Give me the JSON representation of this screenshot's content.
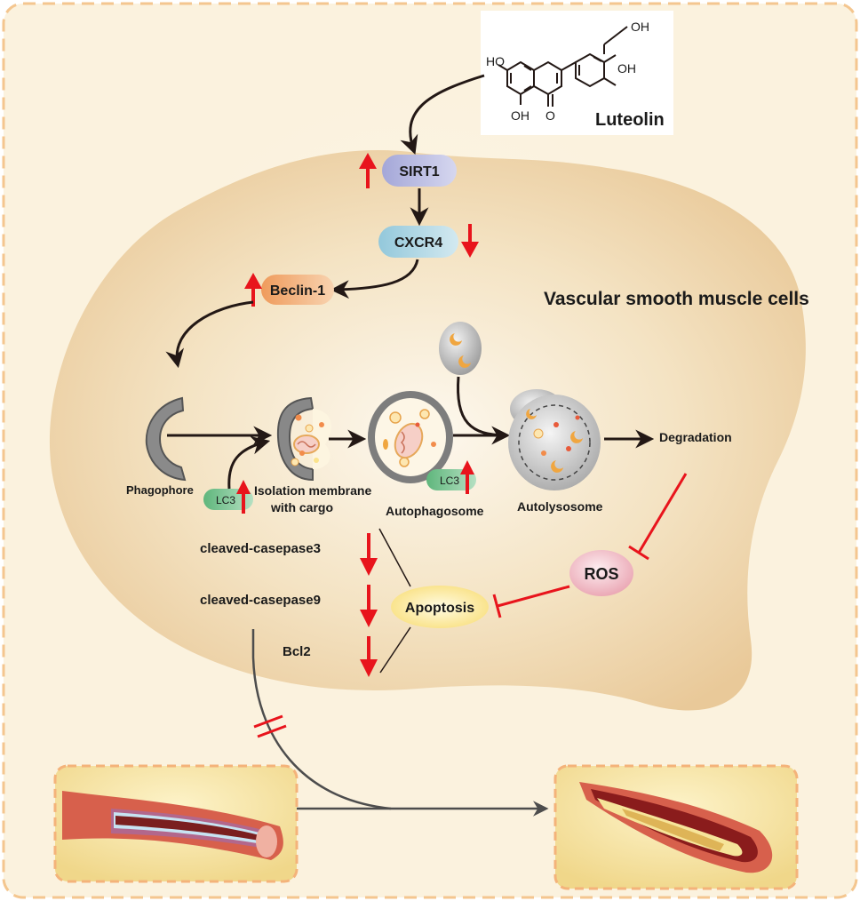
{
  "compound": {
    "name": "Luteolin",
    "groups": [
      "HO",
      "OH",
      "OH",
      "OH",
      "O"
    ]
  },
  "cell_label": "Vascular smooth muscle cells",
  "nodes": {
    "sirt1": "SIRT1",
    "cxcr4": "CXCR4",
    "beclin1": "Beclin-1",
    "lc3": "LC3",
    "ros": "ROS",
    "apoptosis": "Apoptosis"
  },
  "stages": {
    "phagophore": "Phagophore",
    "isolation": "Isolation membrane",
    "isolation_cargo": "with cargo",
    "autophagosome": "Autophagosome",
    "autolysosome": "Autolysosome",
    "degradation": "Degradation"
  },
  "apoptosis_markers": [
    "cleaved-casepase3",
    "cleaved-casepase9",
    "Bcl2"
  ],
  "colors": {
    "background": "#fbf2de",
    "border": "#f4c68f",
    "cell": "#eed1a3",
    "up_down_arrow": "#e8141c",
    "pathway_arrow": "#231815",
    "sirt1_pill": "#b4b6df",
    "cxcr4_pill": "#a9d3e2",
    "beclin_pill": "#f0a56a",
    "lc3_pill": "#7ac190",
    "ros": "#f1b9c2",
    "apoptosis": "#fbe38c"
  }
}
